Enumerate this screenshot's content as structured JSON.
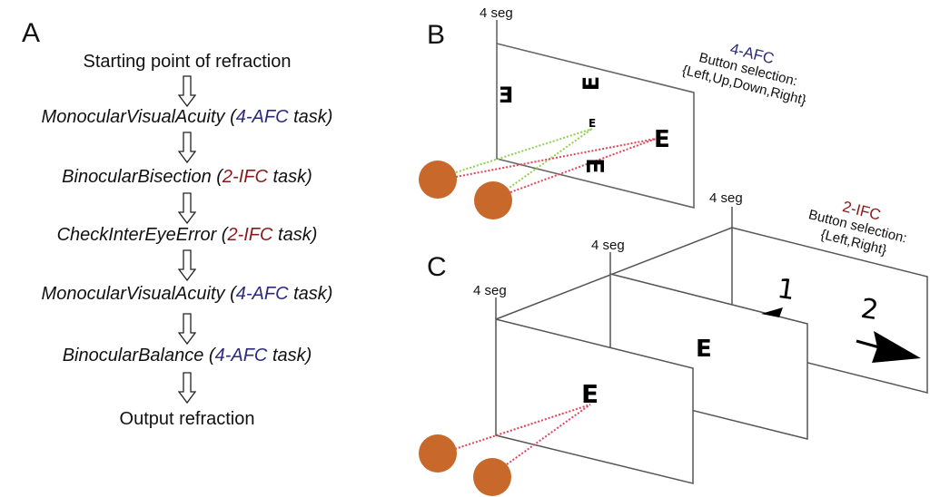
{
  "panels": {
    "a": {
      "letter": "A",
      "start": "Starting point of refraction",
      "steps": [
        {
          "name": "MonocularVisualAcuity",
          "task_type": "4-AFC",
          "task_word": "task",
          "kind": "afc"
        },
        {
          "name": "BinocularBisection",
          "task_type": "2-IFC",
          "task_word": "task",
          "kind": "ifc"
        },
        {
          "name": "CheckInterEyeError",
          "task_type": "2-IFC",
          "task_word": "task",
          "kind": "ifc"
        },
        {
          "name": "MonocularVisualAcuity",
          "task_type": "4-AFC",
          "task_word": "task",
          "kind": "afc"
        },
        {
          "name": "BinocularBalance",
          "task_type": "4-AFC",
          "task_word": "task",
          "kind": "afc"
        }
      ],
      "end": "Output refraction",
      "arrow_icon": "hollow-down-arrow"
    },
    "b": {
      "letter": "B",
      "duration_label": "4 seg",
      "task_title": "4-AFC",
      "button_caption": "Button selection:",
      "button_options": "{Left,Up,Down,Right}",
      "optotypes": [
        {
          "orientation": "left",
          "size": "large"
        },
        {
          "orientation": "up",
          "size": "large"
        },
        {
          "orientation": "right",
          "size": "small"
        },
        {
          "orientation": "right",
          "size": "large"
        },
        {
          "orientation": "down",
          "size": "large"
        }
      ]
    },
    "c": {
      "letter": "C",
      "duration_labels": [
        "4 seg",
        "4 seg",
        "4 seg"
      ],
      "task_title": "2-IFC",
      "button_caption": "Button selection:",
      "button_options": "{Left,Right}",
      "interval_labels": [
        "1",
        "2"
      ]
    }
  },
  "colors": {
    "afc": "#2b2a7e",
    "ifc": "#8a1a1a",
    "eye": "#c8692b",
    "sightline_green": "#8fd14f",
    "sightline_red": "#e0465a",
    "screen_edge": "#666666"
  }
}
